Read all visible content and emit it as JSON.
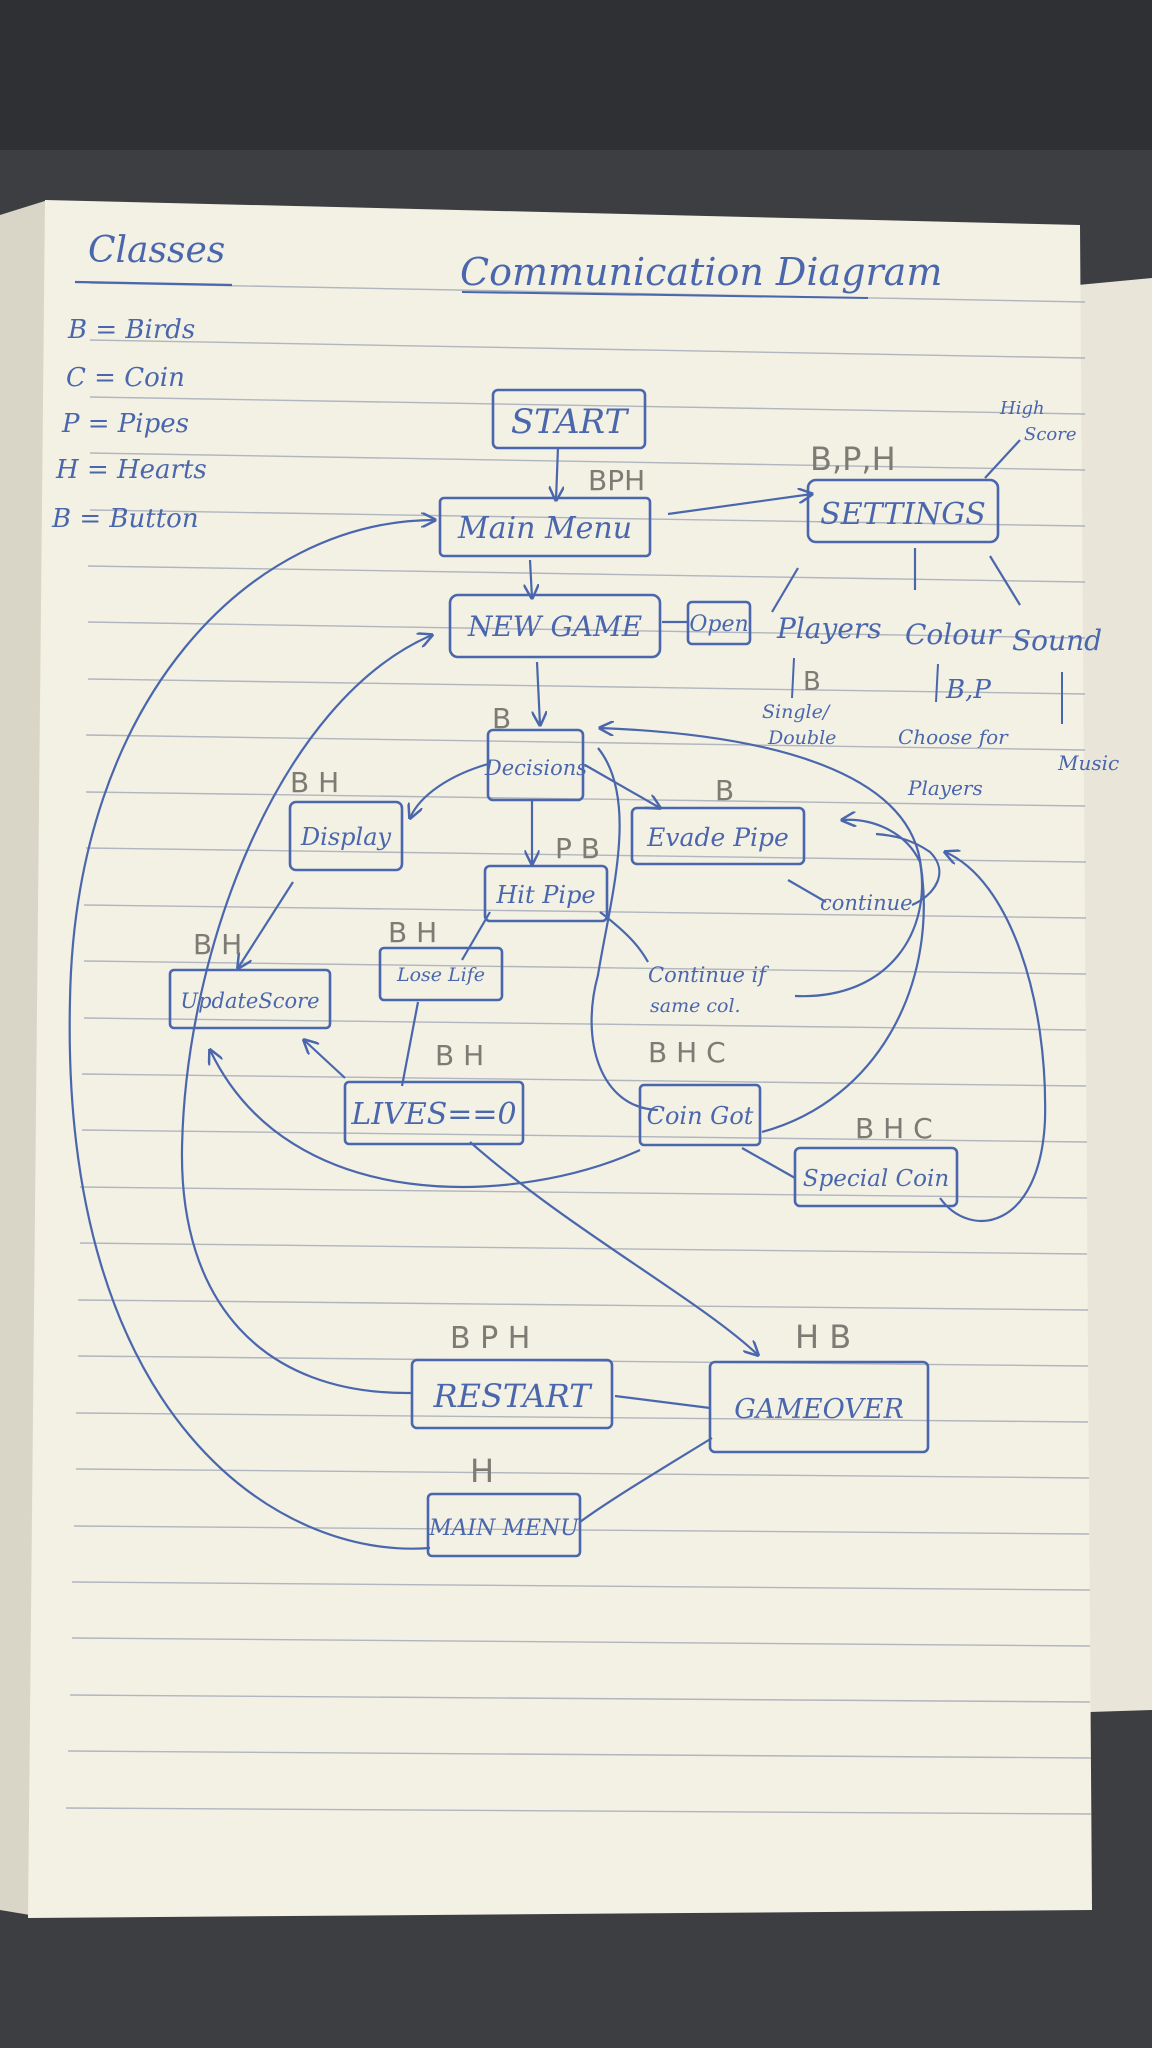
{
  "title": "Communication Diagram",
  "legend": {
    "heading": "Classes",
    "items": [
      "B = Birds",
      "C = Coin",
      "P = Pipes",
      "H = Hearts",
      "B = Button"
    ]
  },
  "nodes": {
    "start": "START",
    "main_menu": "Main Menu",
    "settings": "SETTINGS",
    "new_game": "NEW GAME",
    "open": "Open",
    "decisions": "Decisions",
    "display": "Display",
    "evade_pipe": "Evade Pipe",
    "hit_pipe": "Hit Pipe",
    "update_score": "UpdateScore",
    "lose_life": "Lose Life",
    "lives_zero": "LIVES==0",
    "coin_got": "Coin Got",
    "special_coin": "Special Coin",
    "restart": "RESTART",
    "game_over": "GAMEOVER",
    "main_menu_end": "MAIN MENU"
  },
  "class_tags": {
    "main_menu": "BPH",
    "settings": "B,P,H",
    "decisions": "B",
    "display": "B H",
    "hit_pipe": "P B",
    "evade_pipe": "B",
    "update_score": "B H",
    "lose_life": "B H",
    "lives_zero": "B H",
    "coin_got": "B H C",
    "special_coin": "B H C",
    "restart": "B P H",
    "game_over": "H B",
    "main_menu_end": "H"
  },
  "settings_options": {
    "players": "Players",
    "players_class": "B",
    "players_detail_1": "Single/",
    "players_detail_2": "Double",
    "colour": "Colour",
    "colour_class": "B,P",
    "colour_detail_1": "Choose for",
    "colour_detail_2": "Players",
    "sound": "Sound",
    "sound_detail": "Music",
    "high_score_1": "High",
    "high_score_2": "Score"
  },
  "annotations": {
    "continue": "continue",
    "continue_if_1": "Continue if",
    "continue_if_2": "same col."
  },
  "colors": {
    "ink": "#4a67ad",
    "pencil": "#7d7b74",
    "paper": "#f3f0e4",
    "background": "#3d3e42"
  }
}
